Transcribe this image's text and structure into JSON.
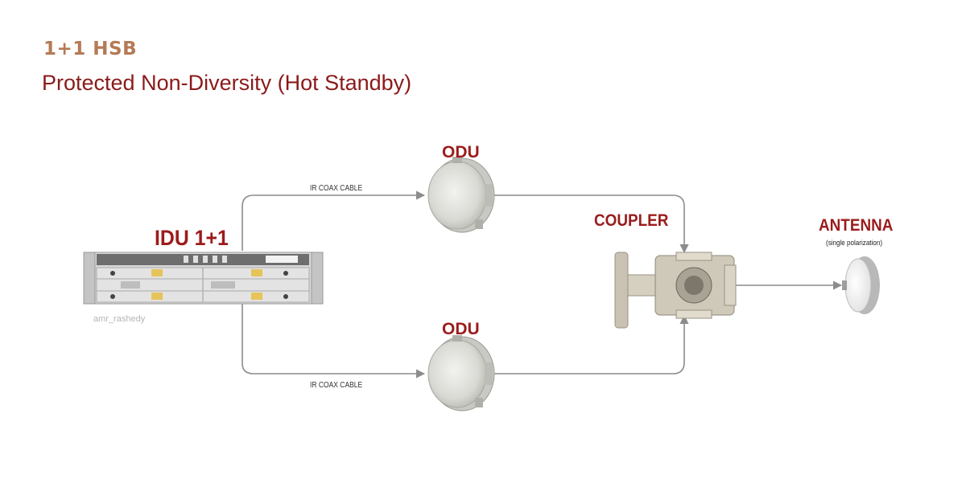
{
  "header": {
    "tag": "1+1 HSB",
    "title": "Protected Non-Diversity (Hot Standby)"
  },
  "labels": {
    "idu": "IDU 1+1",
    "odu_top": "ODU",
    "odu_bottom": "ODU",
    "coupler": "COUPLER",
    "antenna": "ANTENNA",
    "antenna_sub": "(single polarization)",
    "cable_top": "IR COAX CABLE",
    "cable_bottom": "IR COAX CABLE",
    "watermark": "amr_rashedy"
  },
  "colors": {
    "tag": "#b57a55",
    "title": "#8b1a1a",
    "label": "#9b1c1c",
    "line": "#8c8c8c"
  },
  "icons": {
    "idu": "idu-chassis-icon",
    "odu": "odu-radio-icon",
    "coupler": "coupler-icon",
    "antenna": "dish-antenna-icon"
  }
}
